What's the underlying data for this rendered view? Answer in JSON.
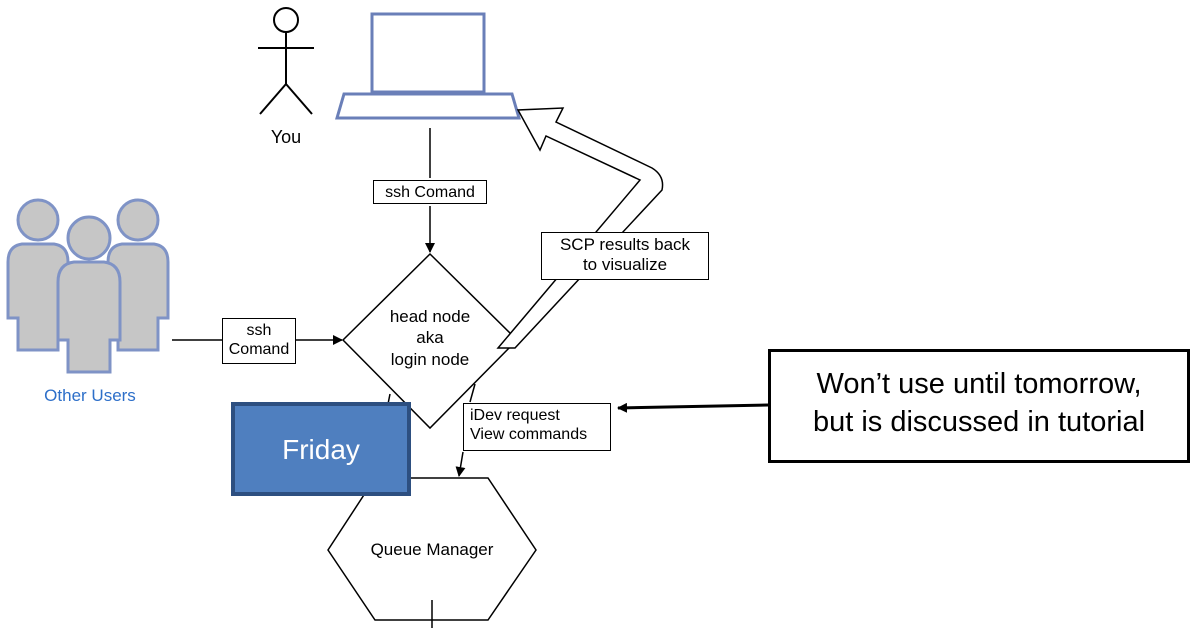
{
  "diagram": {
    "you_label": "You",
    "other_users_label": "Other Users",
    "ssh_top_label": "ssh Comand",
    "ssh_left_label_line1": "ssh",
    "ssh_left_label_line2": "Comand",
    "head_node_line1": "head node",
    "head_node_line2": "aka",
    "head_node_line3": "login node",
    "scp_line1": "SCP results back",
    "scp_line2": "to visualize",
    "idev_line1": "iDev request",
    "idev_line2": "View commands",
    "queue_manager_label": "Queue Manager",
    "friday_label": "Friday",
    "callout_line1": "Won’t use until tomorrow,",
    "callout_line2": "but is discussed in tutorial"
  },
  "colors": {
    "friday_fill": "#4f7fbf",
    "laptop_outline": "#6a7fb8",
    "users_fill": "#c6c6c6",
    "users_outline": "#7f93c6",
    "other_users_text": "#2d6fc9"
  }
}
